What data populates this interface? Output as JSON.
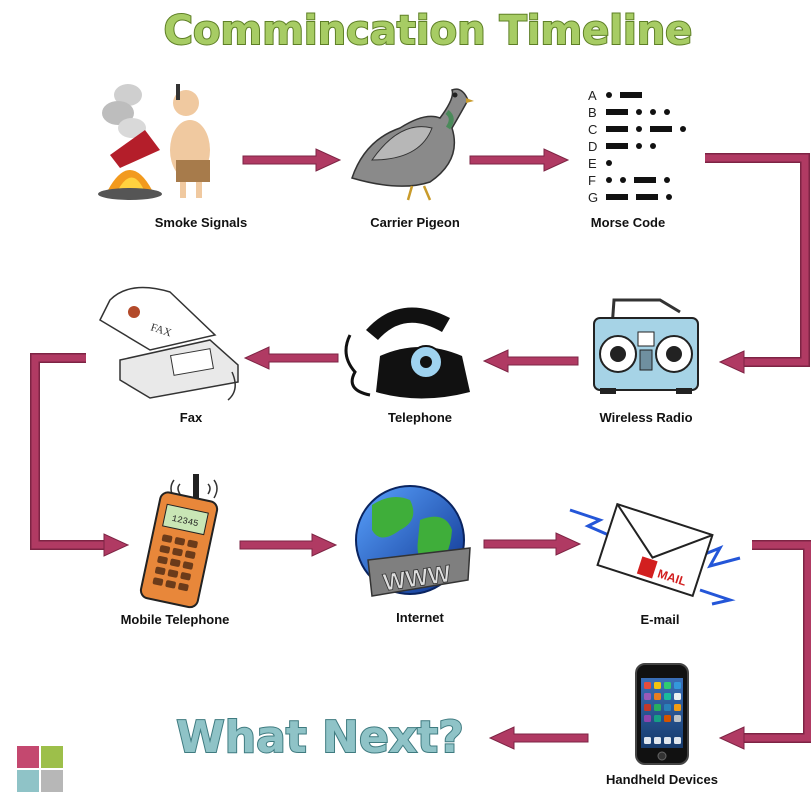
{
  "title": "Commincation Timeline",
  "closing": "What Next?",
  "colors": {
    "arrow": "#b03a63",
    "arrow_edge": "#7d2444",
    "title_fill": "#a7cc64",
    "title_stroke": "#5e7f26",
    "closing_fill": "#8fc3c7",
    "closing_stroke": "#3f7b80"
  },
  "nodes": [
    {
      "id": "smoke",
      "label": "Smoke Signals",
      "icon": "smoke-signal-icon"
    },
    {
      "id": "pigeon",
      "label": "Carrier Pigeon",
      "icon": "pigeon-icon"
    },
    {
      "id": "morse",
      "label": "Morse Code",
      "icon": "morse-code-icon"
    },
    {
      "id": "radio",
      "label": "Wireless Radio",
      "icon": "radio-icon"
    },
    {
      "id": "telephone",
      "label": "Telephone",
      "icon": "telephone-icon"
    },
    {
      "id": "fax",
      "label": "Fax",
      "icon": "fax-icon"
    },
    {
      "id": "mobile",
      "label": "Mobile Telephone",
      "icon": "mobile-phone-icon"
    },
    {
      "id": "internet",
      "label": "Internet",
      "icon": "globe-icon"
    },
    {
      "id": "email",
      "label": "E-mail",
      "icon": "envelope-icon"
    },
    {
      "id": "handheld",
      "label": "Handheld Devices",
      "icon": "smartphone-icon"
    }
  ],
  "morse": [
    {
      "letter": "A",
      "code": ".-"
    },
    {
      "letter": "B",
      "code": "-..."
    },
    {
      "letter": "C",
      "code": "-.-."
    },
    {
      "letter": "D",
      "code": "-.."
    },
    {
      "letter": "E",
      "code": "."
    },
    {
      "letter": "F",
      "code": "..-."
    },
    {
      "letter": "G",
      "code": "--."
    }
  ],
  "fax_sheet_text": "FAX",
  "globe_text": "WWW",
  "envelope_text": "MAIL",
  "phone_display": "12345"
}
